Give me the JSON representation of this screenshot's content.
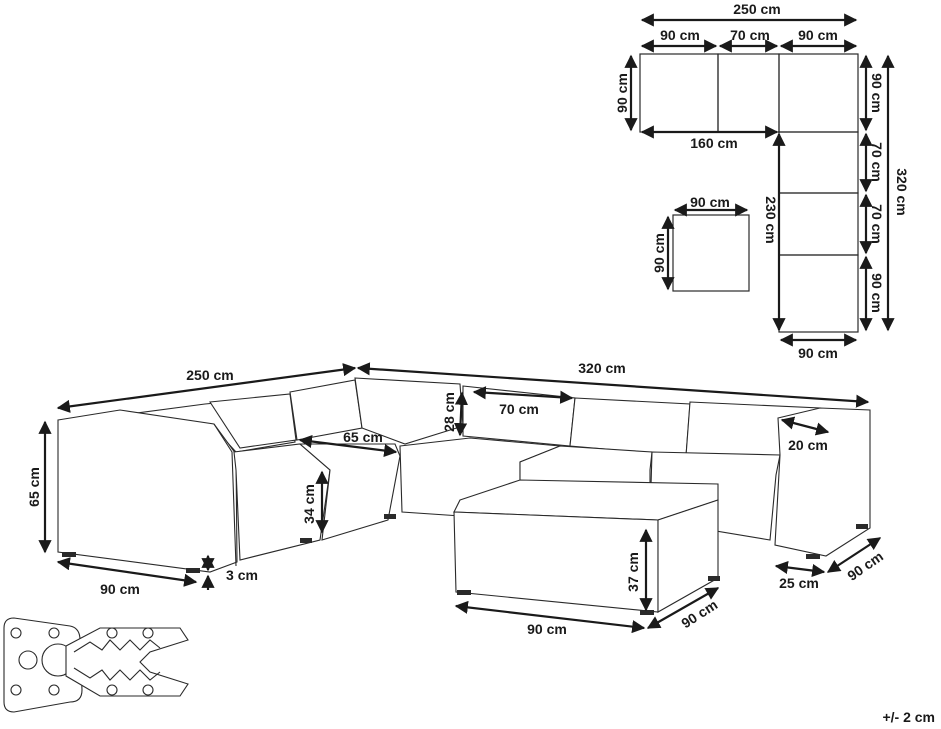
{
  "plan_view": {
    "top_total": "250 cm",
    "top_seg_1": "90 cm",
    "top_seg_2": "70 cm",
    "top_seg_3": "90 cm",
    "left_depth": "90 cm",
    "inner_bottom": "160 cm",
    "right_seg_1": "90 cm",
    "right_seg_2": "70 cm",
    "right_seg_3": "70 cm",
    "right_seg_4": "90 cm",
    "right_total": "320 cm",
    "inner_vertical": "230 cm",
    "bottom_width": "90 cm",
    "ottoman_width": "90 cm",
    "ottoman_depth": "90 cm"
  },
  "perspective_view": {
    "back_left_total": "250 cm",
    "back_right_total": "320 cm",
    "seat_width": "65 cm",
    "back_height": "28 cm",
    "middle_width": "70 cm",
    "armrest_width": "20 cm",
    "total_height": "65 cm",
    "seat_height": "34 cm",
    "left_depth": "90 cm",
    "leg_height": "3 cm",
    "right_leg_inset": "25 cm",
    "right_depth": "90 cm",
    "ottoman_height": "37 cm",
    "ottoman_width": "90 cm",
    "ottoman_depth": "90 cm"
  },
  "tolerance": "+/- 2 cm"
}
